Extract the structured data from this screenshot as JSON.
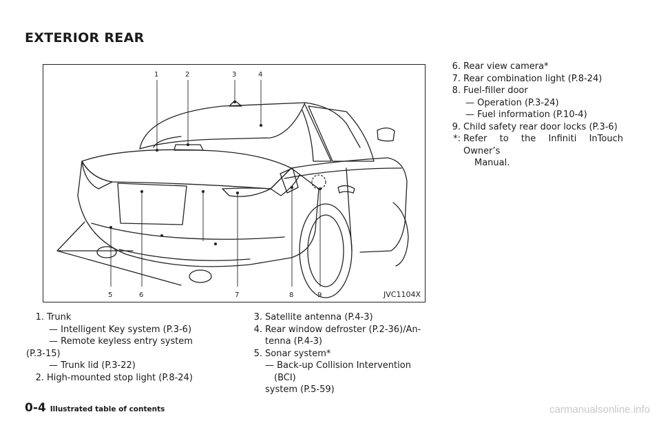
{
  "page": {
    "heading": "EXTERIOR REAR",
    "page_number": "0-4",
    "section_title": "Illustrated table of contents",
    "watermark": "carmanualsonline.info"
  },
  "figure": {
    "code": "JVC1104X",
    "callouts_top": [
      "1",
      "2",
      "3",
      "4"
    ],
    "callouts_bottom": [
      "5",
      "6",
      "7",
      "8",
      "9"
    ]
  },
  "list": {
    "item1": {
      "num": "1.",
      "label": "Trunk"
    },
    "item1_sub1": "— Intelligent Key system (P.3-6)",
    "item1_sub2a": "— Remote keyless entry system",
    "item1_sub2b": "(P.3-15)",
    "item1_sub3": "— Trunk lid (P.3-22)",
    "item2": {
      "num": "2.",
      "label": "High-mounted stop light (P.8-24)"
    },
    "item3": {
      "num": "3.",
      "label": "Satellite antenna (P.4-3)"
    },
    "item4": {
      "num": "4.",
      "label": "Rear window defroster (P.2-36)/An-",
      "label2": "tenna (P.4-3)"
    },
    "item5": {
      "num": "5.",
      "label": "Sonar system*"
    },
    "item5_sub1a": "— Back-up Collision Intervention (BCI)",
    "item5_sub1b": "system (P.5-59)",
    "item6": {
      "num": "6.",
      "label": "Rear view camera*"
    },
    "item7": {
      "num": "7.",
      "label": "Rear combination light (P.8-24)"
    },
    "item8": {
      "num": "8.",
      "label": "Fuel-filler door"
    },
    "item8_sub1": "— Operation (P.3-24)",
    "item8_sub2": "— Fuel information (P.10-4)",
    "item9": {
      "num": "9.",
      "label": "Child safety rear door locks (P.3-6)"
    },
    "note": {
      "num": "*:",
      "label": "Refer to the Infiniti InTouch Owner’s",
      "label2": "Manual."
    }
  }
}
